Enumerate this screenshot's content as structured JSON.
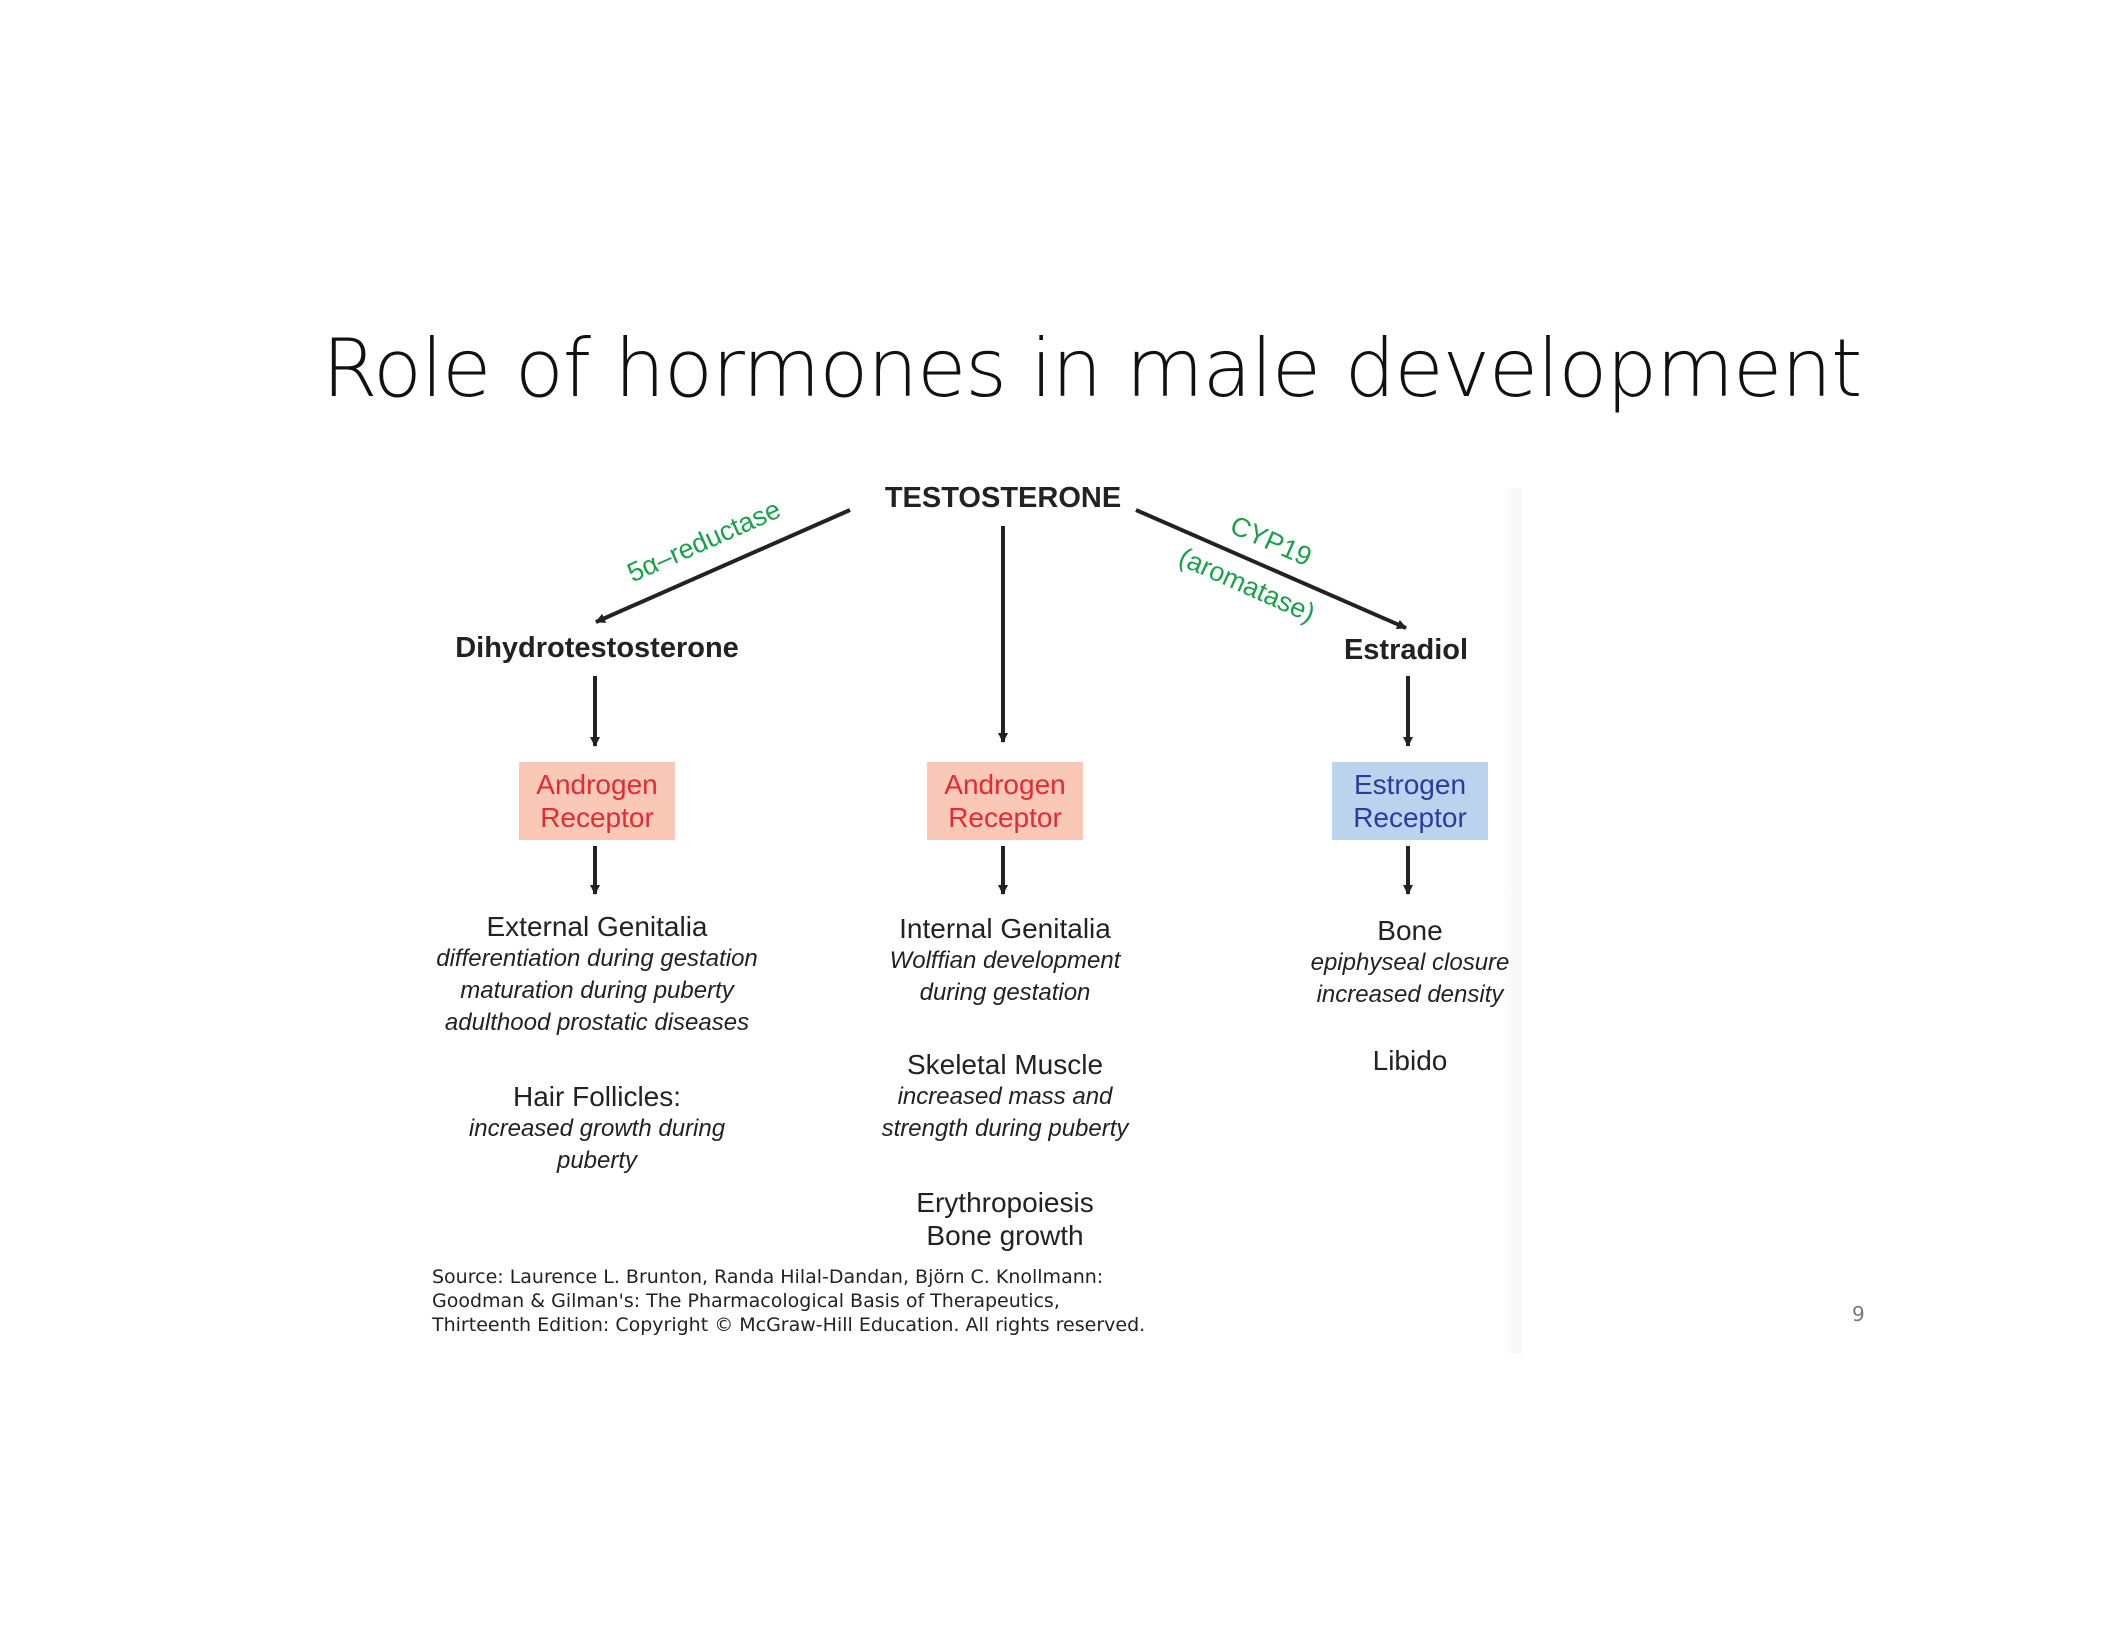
{
  "slide": {
    "title": "Role of hormones in male development",
    "page_number": "9"
  },
  "diagram": {
    "root": "TESTOSTERONE",
    "enzymes": {
      "left": "5α–reductase",
      "right_line1": "CYP19",
      "right_line2": "(aromatase)"
    },
    "metabolites": {
      "left": "Dihydrotestosterone",
      "right": "Estradiol"
    },
    "receptors": [
      {
        "line1": "Androgen",
        "line2": "Receptor"
      },
      {
        "line1": "Androgen",
        "line2": "Receptor"
      },
      {
        "line1": "Estrogen",
        "line2": "Receptor"
      }
    ],
    "effects": {
      "left": [
        {
          "head": "External Genitalia",
          "sub": [
            "differentiation during gestation",
            "maturation during puberty",
            "adulthood prostatic diseases"
          ]
        },
        {
          "head": "Hair Follicles:",
          "sub": [
            "increased growth during",
            "puberty"
          ]
        }
      ],
      "middle": [
        {
          "head": "Internal Genitalia",
          "sub": [
            "Wolffian development",
            "during gestation"
          ]
        },
        {
          "head": "Skeletal Muscle",
          "sub": [
            "increased mass and",
            "strength during puberty"
          ]
        },
        {
          "head": "Erythropoiesis",
          "sub": []
        },
        {
          "head": "Bone growth",
          "sub": []
        }
      ],
      "right": [
        {
          "head": "Bone",
          "sub": [
            "epiphyseal closure",
            "increased density"
          ]
        },
        {
          "head": "Libido",
          "sub": []
        }
      ]
    },
    "colors": {
      "enzyme": "#1aa14b",
      "androgen_fill": "#f9c8b6",
      "androgen_text": "#e22b35",
      "estrogen_fill": "#bcd3ee",
      "estrogen_text": "#2d3b9a"
    }
  },
  "source": {
    "line1": "Source: Laurence L. Brunton, Randa Hilal-Dandan, Björn C. Knollmann:",
    "line2": "Goodman & Gilman's: The Pharmacological Basis of Therapeutics,",
    "line3": "Thirteenth Edition: Copyright © McGraw-Hill Education. All rights reserved."
  }
}
